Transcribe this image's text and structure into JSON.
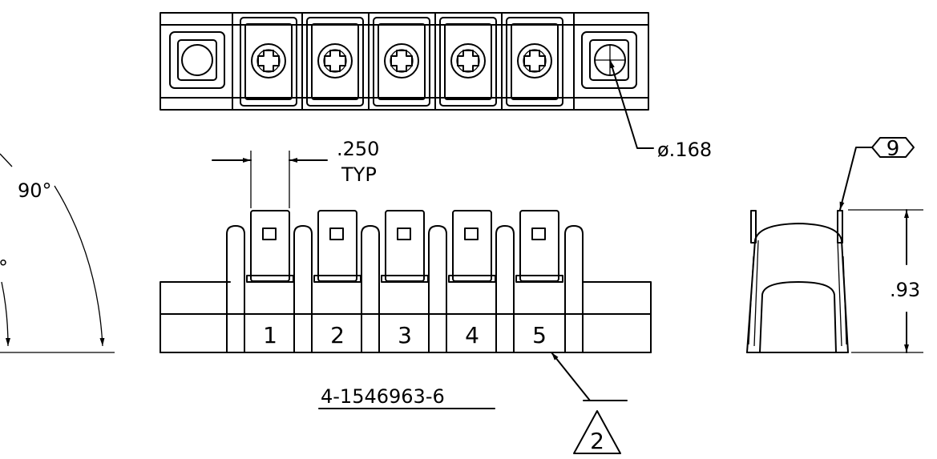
{
  "dimensions": {
    "pitch_value": ".250",
    "pitch_note": "TYP",
    "hole_diameter": "ø.168",
    "height": ".93",
    "angle_outer": "90°",
    "angle_inner_partial": "°"
  },
  "terminal_numbers": [
    "1",
    "2",
    "3",
    "4",
    "5"
  ],
  "part_number": "4-1546963-6",
  "callouts": {
    "note_flag": "2",
    "balloon_item": "9"
  }
}
